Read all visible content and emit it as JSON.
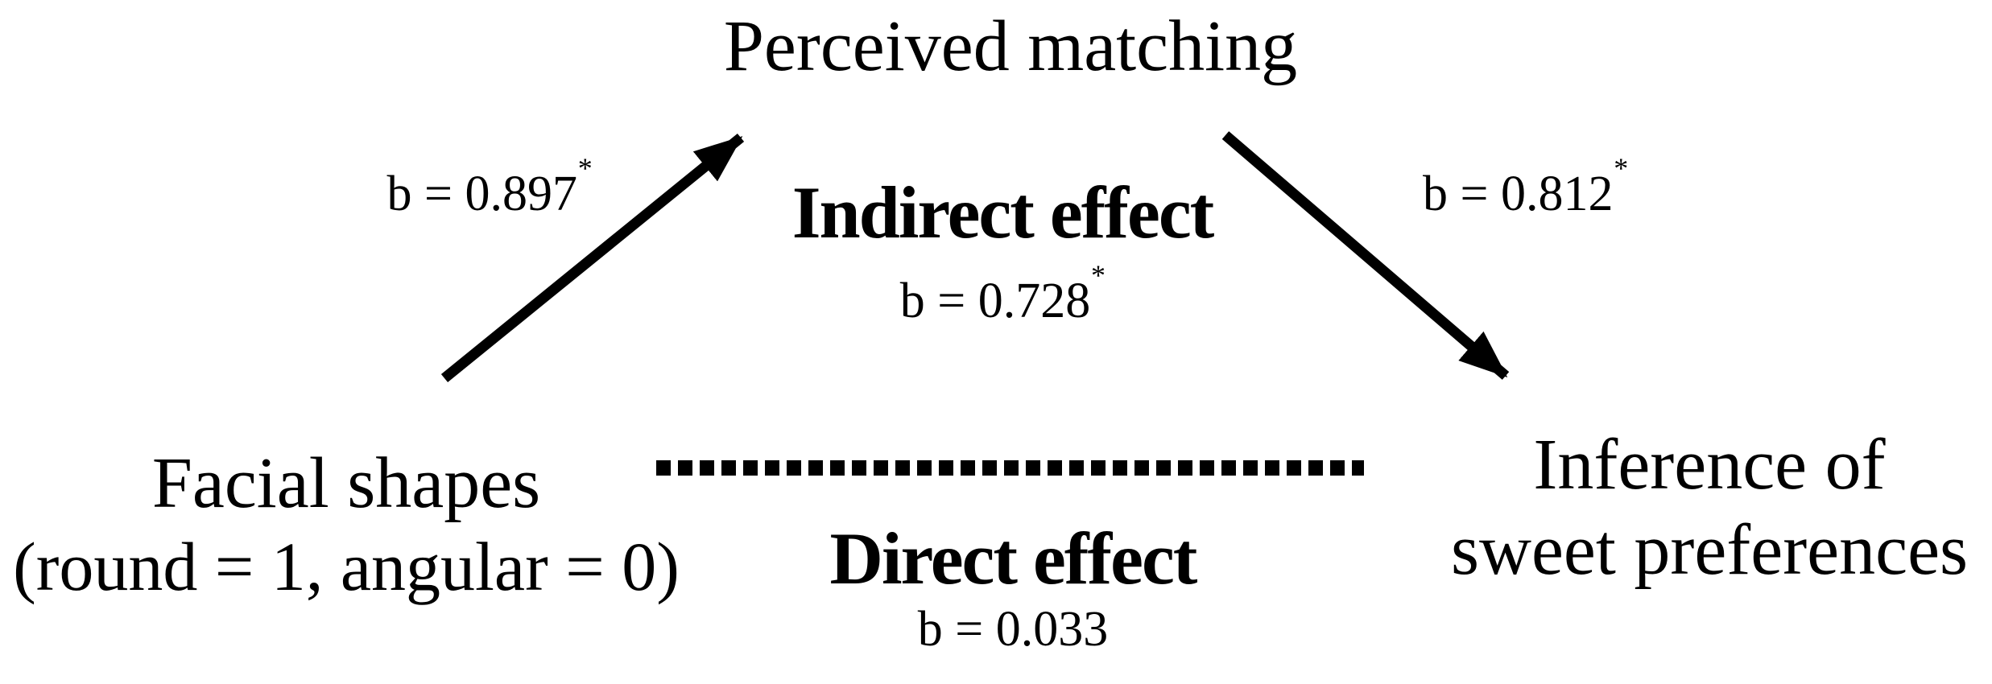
{
  "figure": {
    "colors": {
      "ink": "#000000",
      "background": "#ffffff"
    },
    "nodes": {
      "mediator": {
        "label": "Perceived matching"
      },
      "predictor": {
        "title": "Facial shapes",
        "coding": "(round = 1, angular = 0)"
      },
      "outcome": {
        "line1": "Inference of",
        "line2": "sweet preferences"
      }
    },
    "paths": {
      "a": {
        "coefficient": "b = 0.897",
        "significance": "*"
      },
      "b": {
        "coefficient": "b = 0.812",
        "significance": "*"
      },
      "indirect": {
        "title": "Indirect effect",
        "coefficient": "b = 0.728",
        "significance": "*"
      },
      "direct": {
        "title": "Direct effect",
        "coefficient": "b = 0.033",
        "significance": ""
      }
    }
  }
}
